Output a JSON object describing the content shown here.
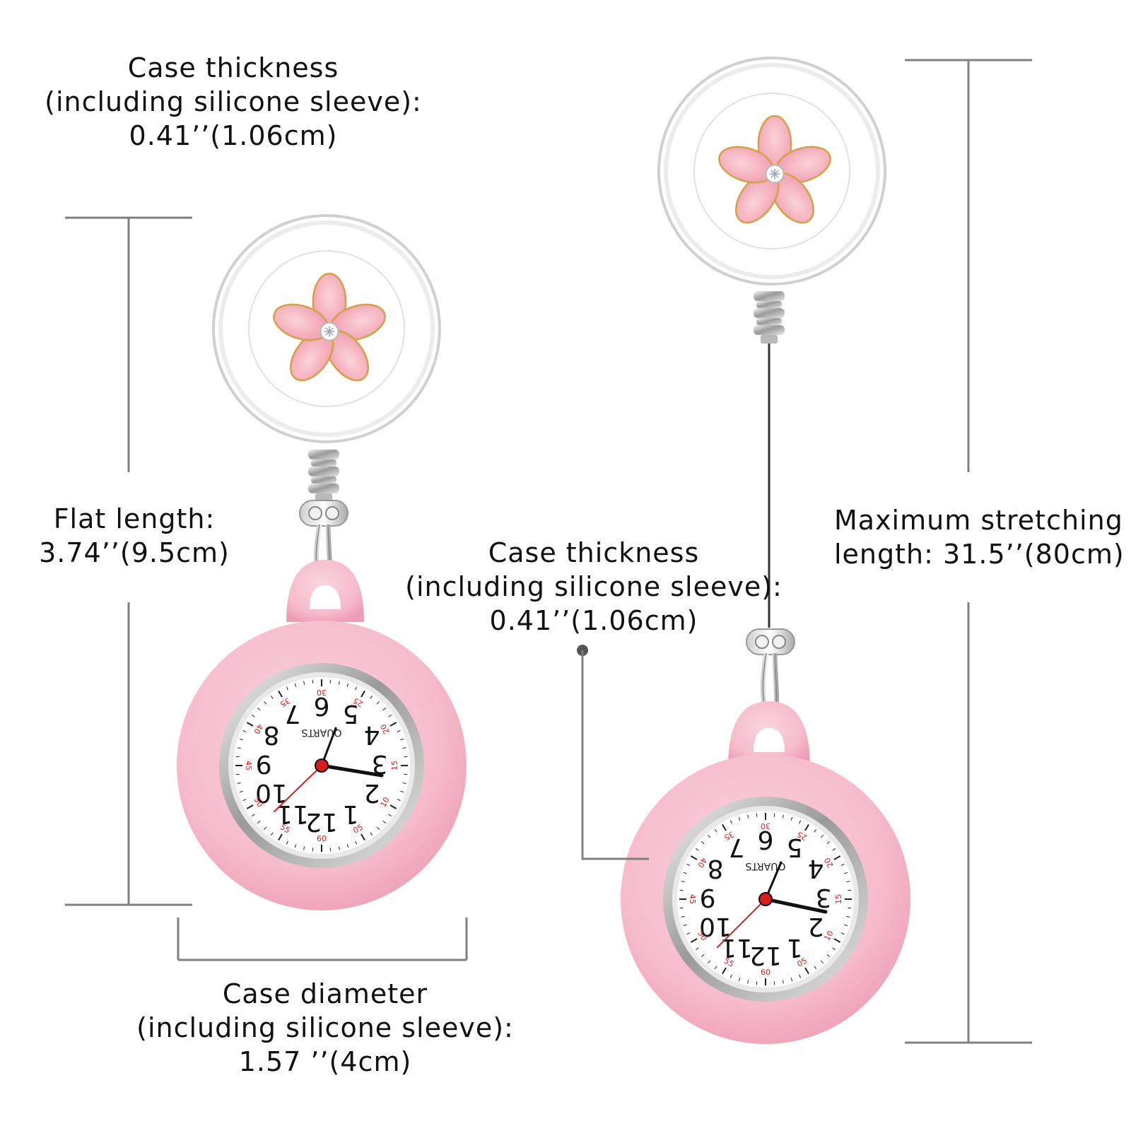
{
  "labels": {
    "case_thickness_top": {
      "line1": "Case thickness",
      "line2": "(including silicone sleeve):",
      "line3": "0.41’’(1.06cm)"
    },
    "flat_length": {
      "line1": "Flat length:",
      "line2": "3.74’’(9.5cm)"
    },
    "case_thickness_mid": {
      "line1": "Case thickness",
      "line2": "(including silicone sleeve):",
      "line3": "0.41’’(1.06cm)"
    },
    "max_stretch": {
      "line1": "Maximum stretching",
      "line2": "length: 31.5’’(80cm)"
    },
    "case_diameter": {
      "line1": "Case diameter",
      "line2": "(including silicone sleeve):",
      "line3": "1.57 ’’(4cm)"
    }
  },
  "dial_numbers": [
    "12",
    "1",
    "2",
    "3",
    "4",
    "5",
    "6",
    "7",
    "8",
    "9",
    "10",
    "11"
  ],
  "minute_marks": [
    "05",
    "10",
    "15",
    "20",
    "25",
    "30",
    "35",
    "40",
    "45",
    "50",
    "55",
    "60"
  ],
  "dial_brand": "QUARTS",
  "colors": {
    "pink_sleeve": "#f6bccb",
    "pink_petal": "#f5aab8",
    "dimension_line": "#808080",
    "hand_red": "#d91c1c",
    "dial_white": "#ffffff"
  }
}
